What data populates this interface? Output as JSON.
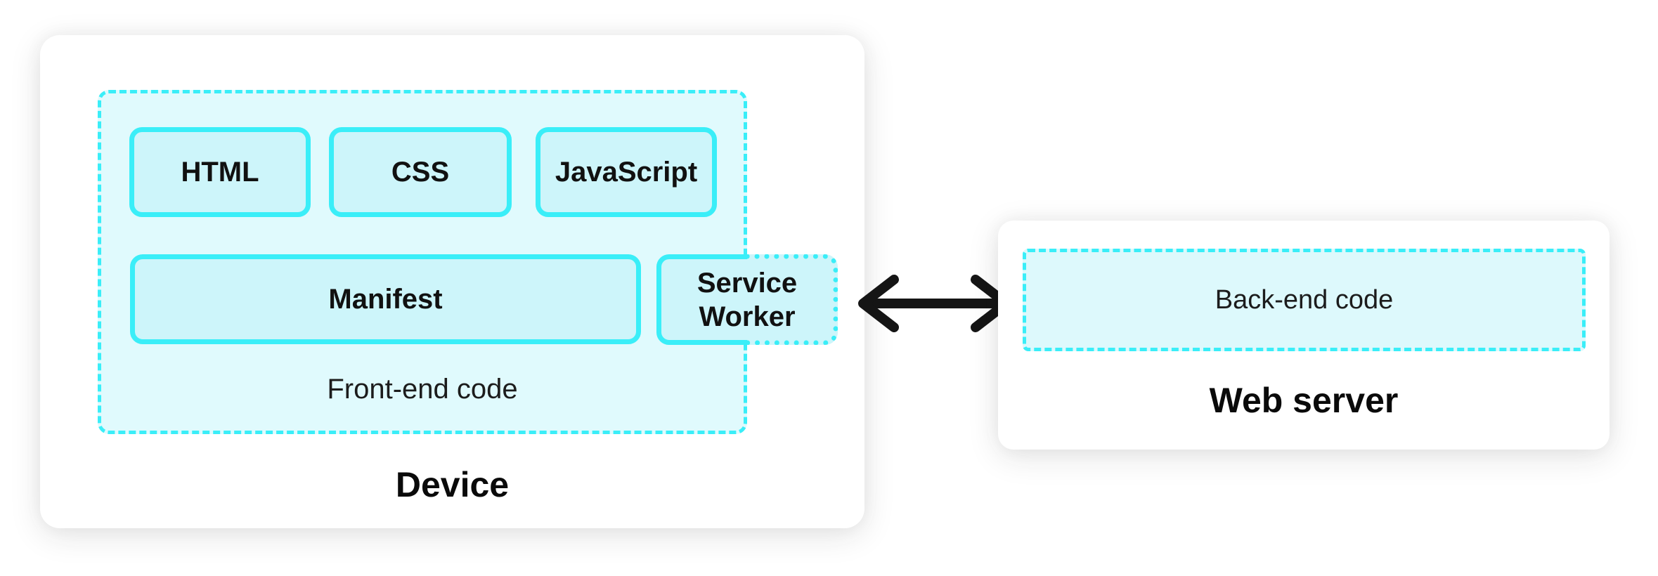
{
  "colors": {
    "accent_cyan": "#3AEEF8",
    "container_fill": "#E0FAFD",
    "box_fill": "#CDF5FA",
    "card_background": "#FFFFFF",
    "page_background": "#FFFFFF",
    "arrow_color": "#151515",
    "text_color": "#111111"
  },
  "device": {
    "label": "Device",
    "frontend": {
      "label": "Front-end code",
      "top_boxes": [
        {
          "label": "HTML"
        },
        {
          "label": "CSS"
        },
        {
          "label": "JavaScript"
        }
      ],
      "manifest": {
        "label": "Manifest"
      },
      "service_worker": {
        "label": "Service Worker"
      }
    }
  },
  "connection": {
    "icon": "double-headed-arrow"
  },
  "web_server": {
    "label": "Web server",
    "backend": {
      "label": "Back-end code"
    }
  }
}
